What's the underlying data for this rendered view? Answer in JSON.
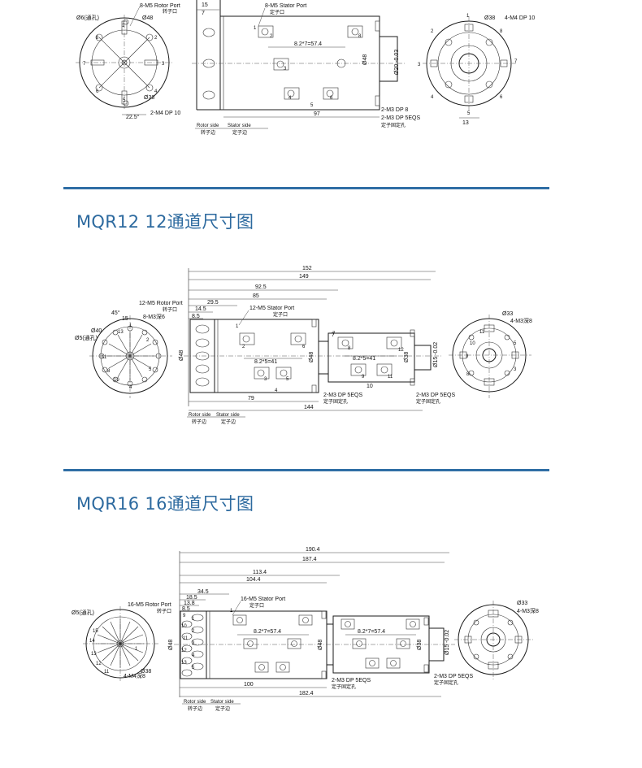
{
  "colors": {
    "accent": "#2f6ea5",
    "title": "#2d6a9f",
    "line": "#1a1a1a"
  },
  "sections": [
    {
      "title": "",
      "texts": {
        "rotor_port": "8-M5 Rotor Port",
        "rotor_port_cn": "转子口",
        "through_hole": "Ø6(通孔)",
        "phi48": "Ø48",
        "phi38": "Ø38",
        "m4": "2-M4 DP 10",
        "angle": "22.5°",
        "d15": "15",
        "d7": "7",
        "stator_port": "8-M5 Stator Port",
        "stator_port_cn": "定子口",
        "pitch": "8.2*7=57.4",
        "len97": "97",
        "rotor_side": "Rotor side",
        "rotor_side_cn": "转子边",
        "stator_side": "Stator side",
        "stator_side_cn": "定子边",
        "m3dp8": "2-M3 DP 8",
        "m3eqs": "2-M3 DP 5EQS",
        "fix_cn": "定子固定孔",
        "r_phi38": "Ø38",
        "r_m4": "4-M4 DP 10",
        "r_13": "13",
        "body_phi48": "Ø48",
        "body_phi20": "Ø20 -0.03"
      }
    },
    {
      "title": "MQR12  12通道尺寸图",
      "texts": {
        "d152": "152",
        "d149": "149",
        "d925": "92.5",
        "d85": "85",
        "d295": "29.5",
        "d145": "14.5",
        "d85b": "8.5",
        "rotor_port": "12-M5  Rotor Port",
        "rotor_port_cn": "转子口",
        "m3": "8-M3深6",
        "angle": "45°",
        "d15": "15",
        "phi40": "Ø40",
        "phi5": "Ø5(通孔)",
        "stator_port": "12-M5  Stator Port",
        "stator_port_cn": "定子口",
        "pitch1": "8.2*5=41",
        "pitch2": "8.2*5=41",
        "d79": "79",
        "d144": "144",
        "d7": "7",
        "d10": "10",
        "phi48": "Ø48",
        "phi38": "Ø38",
        "phi15": "Ø15 -0.02",
        "eqs1": "2-M3 DP 5EQS",
        "eqs2": "2-M3 DP 5EQS",
        "fix_cn": "定子固定孔",
        "rotor_side": "Rotor side",
        "rotor_side_cn": "转子边",
        "stator_side": "Stator side",
        "stator_side_cn": "定子边",
        "r_phi33": "Ø33",
        "r_m3": "4-M3深8"
      }
    },
    {
      "title": "MQR16  16通道尺寸图",
      "texts": {
        "d1904": "190.4",
        "d1874": "187.4",
        "d1134": "113.4",
        "d1044": "104.4",
        "d345": "34.5",
        "d185": "18.5",
        "d138": "13.8",
        "d85": "8.5",
        "rotor_port": "16-M5  Rotor Port",
        "rotor_port_cn": "转子口",
        "stator_port": "16-M5  Stator Port",
        "stator_port_cn": "定子口",
        "phi5": "Ø5(通孔)",
        "m4": "4-M4深8",
        "phi38": "Ø38",
        "pitch1": "8.2*7=57.4",
        "pitch2": "8.2*7=57.4",
        "d100": "100",
        "d1824": "182.4",
        "phi48": "Ø48",
        "phi38b": "Ø38",
        "phi15": "Ø15 -0.02",
        "eqs1": "2-M3 DP 5EQS",
        "eqs2": "2-M3 DP 5EQS",
        "fix_cn": "定子固定孔",
        "rotor_side": "Rotor side",
        "rotor_side_cn": "转子边",
        "stator_side": "Stator side",
        "stator_side_cn": "定子边",
        "r_phi33": "Ø33",
        "r_m3": "4-M3深8"
      }
    }
  ]
}
